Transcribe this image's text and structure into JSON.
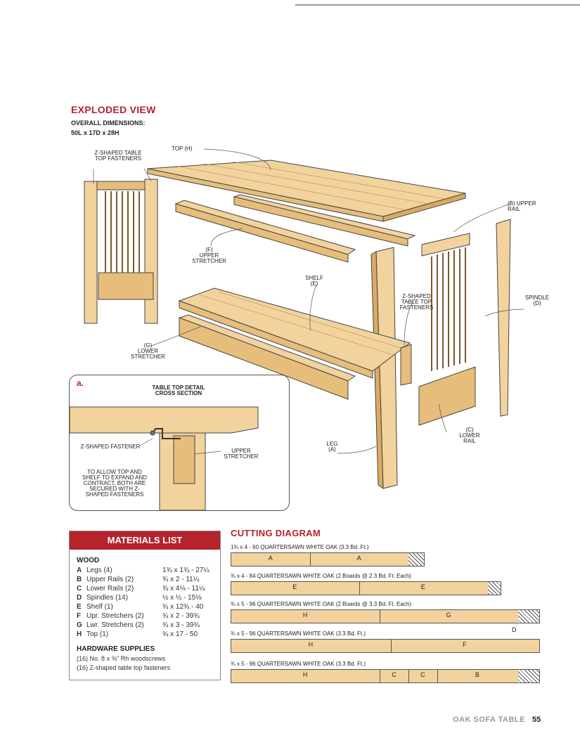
{
  "exploded": {
    "title": "EXPLODED VIEW",
    "dims_heading": "OVERALL DIMENSIONS:",
    "dims_value": "50L x 17D x 28H"
  },
  "labels": {
    "fasteners_top": "Z-SHAPED TABLE TOP FASTENERS",
    "top": "TOP",
    "top_key": "H",
    "upper_rail": "UPPER RAIL",
    "upper_rail_key": "B",
    "upper_stretcher": "UPPER STRETCHER",
    "upper_stretcher_key": "F",
    "shelf": "SHELF",
    "shelf_key": "E",
    "fasteners_mid": "Z-SHAPED TABLE TOP FASTENERS",
    "spindle": "SPINDLE",
    "spindle_key": "D",
    "lower_stretcher": "LOWER STRETCHER",
    "lower_stretcher_key": "G",
    "lower_rail": "LOWER RAIL",
    "lower_rail_key": "C",
    "leg": "LEG",
    "leg_key": "A"
  },
  "detail": {
    "letter": "a.",
    "title_line1": "TABLE TOP DETAIL",
    "title_line2": "CROSS SECTION",
    "fastener": "Z-SHAPED FASTENER",
    "stretcher": "UPPER STRETCHER",
    "note": "TO ALLOW TOP AND SHELF TO EXPAND AND CONTRACT, BOTH ARE SECURED WITH Z-SHAPED FASTENERS"
  },
  "materials": {
    "title": "MATERIALS LIST",
    "wood_heading": "WOOD",
    "items": [
      {
        "key": "A",
        "name": "Legs (4)",
        "dim": "1¾ x 1¾ - 27¼"
      },
      {
        "key": "B",
        "name": "Upper Rails (2)",
        "dim": "¾ x 2 - 11¼"
      },
      {
        "key": "C",
        "name": "Lower Rails (2)",
        "dim": "¾ x 4⅛ - 11¼"
      },
      {
        "key": "D",
        "name": "Spindles (14)",
        "dim": "½ x ½ - 15⅛"
      },
      {
        "key": "E",
        "name": "Shelf (1)",
        "dim": "¾ x 12¾ - 40"
      },
      {
        "key": "F",
        "name": "Upr. Stretchers (2)",
        "dim": "¾ x 2 - 39¾"
      },
      {
        "key": "G",
        "name": "Lwr. Stretchers (2)",
        "dim": "¾ x 3 - 39¾"
      },
      {
        "key": "H",
        "name": "Top (1)",
        "dim": "¾ x 17 - 50"
      }
    ],
    "hardware_heading": "HARDWARE SUPPLIES",
    "hardware": [
      "(16) No. 8 x ⅝\" Rh woodscrews",
      "(16) Z-shaped table top fasteners"
    ]
  },
  "cutting": {
    "title": "CUTTING DIAGRAM",
    "boards": [
      {
        "caption": "1¾ x 4 - 60  QUARTERSAWN WHITE OAK (3.3 Bd. Ft.)",
        "parts": [
          "A",
          "A"
        ]
      },
      {
        "caption": "¾ x 4 - 84  QUARTERSAWN WHITE OAK (2 Boards @ 2.3 Bd. Ft. Each)",
        "parts": [
          "E",
          "E"
        ]
      },
      {
        "caption": "¾ x 5 - 96  QUARTERSAWN WHITE OAK (2 Boards @ 3.3 Bd. Ft. Each)",
        "parts": [
          "H",
          "G"
        ],
        "extra": "D"
      },
      {
        "caption": "¾ x 5 - 96  QUARTERSAWN WHITE OAK (3.3 Bd. Ft.)",
        "parts": [
          "H",
          "F"
        ]
      },
      {
        "caption": "¾ x 5 - 96  QUARTERSAWN WHITE OAK (3.3 Bd. Ft.)",
        "parts": [
          "H",
          "C",
          "C",
          "B"
        ]
      }
    ]
  },
  "footer": {
    "title": "OAK SOFA TABLE",
    "page": "55"
  },
  "colors": {
    "accent_red": "#b5232b",
    "wood": "#f2d39d",
    "wood_dark": "#d9ab62"
  }
}
